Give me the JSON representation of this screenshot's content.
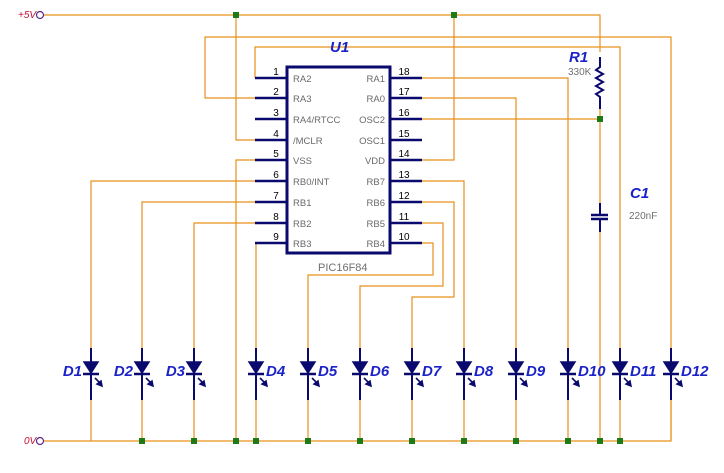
{
  "schematic": {
    "rails": {
      "vcc_label": "+5V",
      "gnd_label": "0V"
    },
    "ic": {
      "ref": "U1",
      "part": "PIC16F84",
      "left_pins": [
        {
          "num": "1",
          "name": "RA2"
        },
        {
          "num": "2",
          "name": "RA3"
        },
        {
          "num": "3",
          "name": "RA4/RTCC"
        },
        {
          "num": "4",
          "name": "/MCLR"
        },
        {
          "num": "5",
          "name": "VSS"
        },
        {
          "num": "6",
          "name": "RB0/INT"
        },
        {
          "num": "7",
          "name": "RB1"
        },
        {
          "num": "8",
          "name": "RB2"
        },
        {
          "num": "9",
          "name": "RB3"
        }
      ],
      "right_pins": [
        {
          "num": "18",
          "name": "RA1"
        },
        {
          "num": "17",
          "name": "RA0"
        },
        {
          "num": "16",
          "name": "OSC2"
        },
        {
          "num": "15",
          "name": "OSC1"
        },
        {
          "num": "14",
          "name": "VDD"
        },
        {
          "num": "13",
          "name": "RB7"
        },
        {
          "num": "12",
          "name": "RB6"
        },
        {
          "num": "11",
          "name": "RB5"
        },
        {
          "num": "10",
          "name": "RB4"
        }
      ]
    },
    "resistor": {
      "ref": "R1",
      "value": "330K"
    },
    "capacitor": {
      "ref": "C1",
      "value": "220nF"
    },
    "leds": [
      {
        "ref": "D1"
      },
      {
        "ref": "D2"
      },
      {
        "ref": "D3"
      },
      {
        "ref": "D4"
      },
      {
        "ref": "D5"
      },
      {
        "ref": "D6"
      },
      {
        "ref": "D7"
      },
      {
        "ref": "D8"
      },
      {
        "ref": "D9"
      },
      {
        "ref": "D10"
      },
      {
        "ref": "D11"
      },
      {
        "ref": "D12"
      }
    ],
    "colors": {
      "wire": "#e8901c",
      "component": "#0a0a6e",
      "reference": "#1a22c8",
      "junction": "#1e7a14",
      "rail_label": "#c8103c"
    }
  }
}
